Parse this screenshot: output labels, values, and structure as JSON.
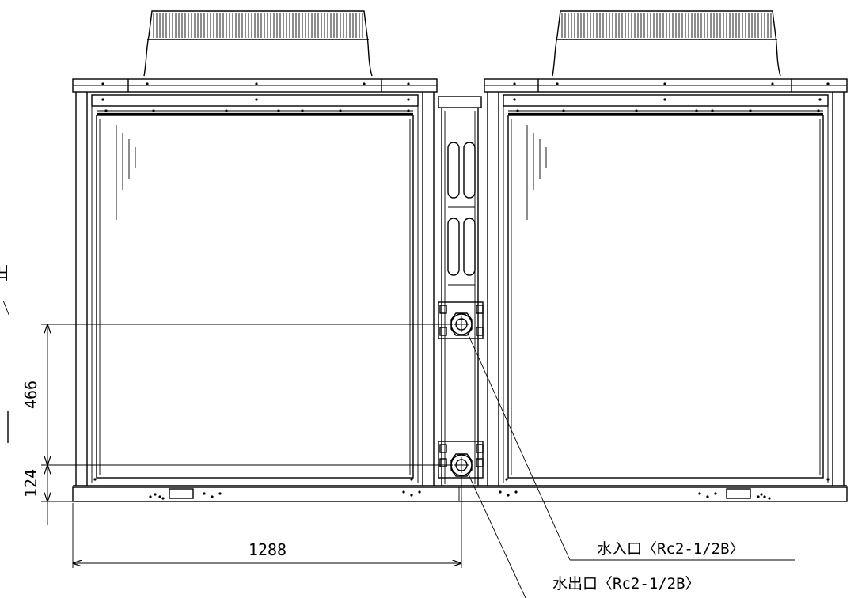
{
  "dimensions": {
    "width_label": "1288",
    "height_inlet_label": "466",
    "height_outlet_label": "124"
  },
  "callouts": {
    "water_inlet": "水入口〈Rc2-1/2B〉",
    "water_outlet": "水出口〈Rc2-1/2B〉"
  },
  "side_label": "正"
}
